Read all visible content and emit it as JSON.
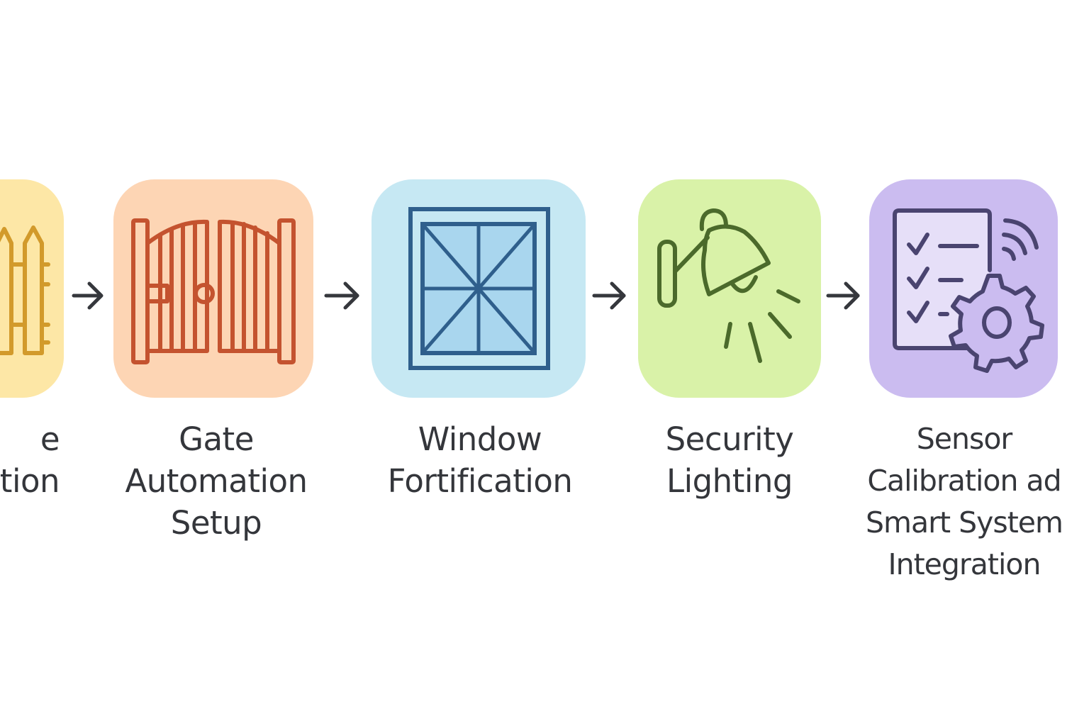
{
  "steps": [
    {
      "id": "fence",
      "icon": "fence-icon",
      "tile_color": "#fde7a6",
      "icon_color": "#d29a2b",
      "label_lines": [
        "e",
        "tion"
      ]
    },
    {
      "id": "gate",
      "icon": "gate-icon",
      "tile_color": "#fdd5b4",
      "icon_color": "#c4532f",
      "label_lines": [
        "Gate",
        "Automation",
        "Setup"
      ]
    },
    {
      "id": "window",
      "icon": "window-icon",
      "tile_color": "#c6e8f3",
      "icon_color": "#2f5f8c",
      "label_lines": [
        "Window",
        "Fortification"
      ]
    },
    {
      "id": "lighting",
      "icon": "lamp-icon",
      "tile_color": "#d9f2a8",
      "icon_color": "#4b6a2b",
      "label_lines": [
        "Security",
        "Lighting"
      ]
    },
    {
      "id": "sensor",
      "icon": "checklist-gear-icon",
      "tile_color": "#cbbcf0",
      "icon_color": "#4a4470",
      "label_lines": [
        "Sensor",
        "Calibration ad",
        "Smart System",
        "Integration"
      ]
    }
  ],
  "arrows": [
    "arrow-icon",
    "arrow-icon",
    "arrow-icon",
    "arrow-icon"
  ],
  "arrow_color": "#35373c"
}
